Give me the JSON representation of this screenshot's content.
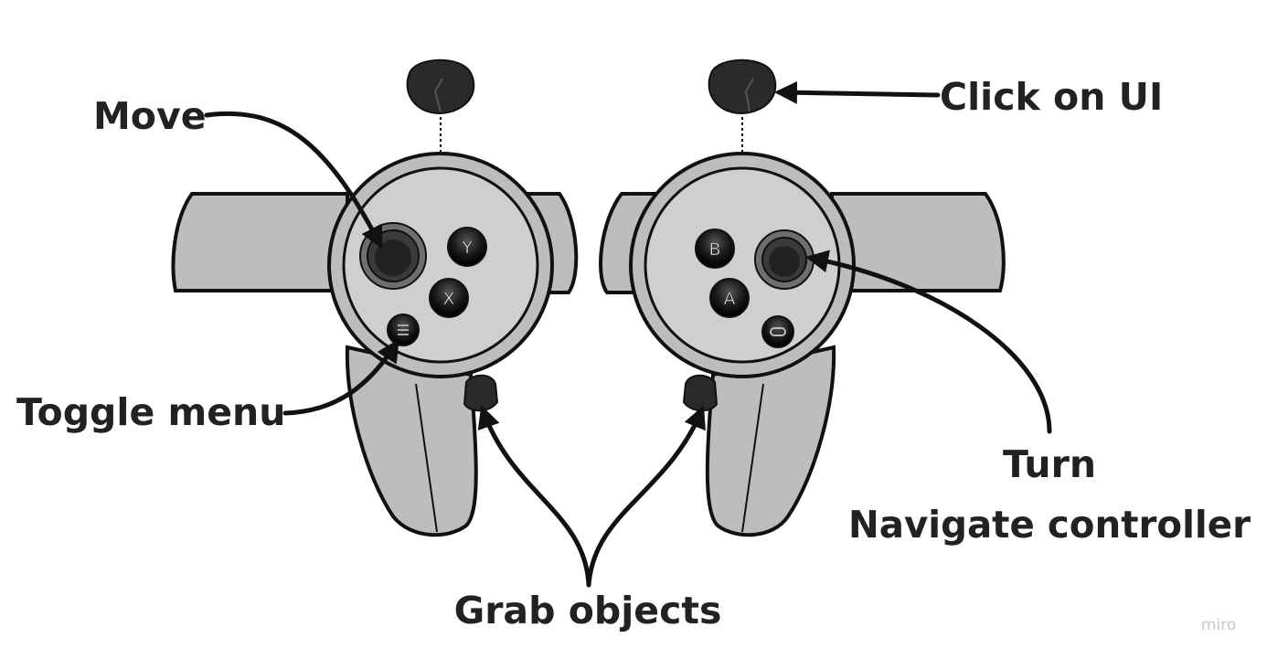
{
  "labels": {
    "move": "Move",
    "click_on_ui": "Click on UI",
    "toggle_menu": "Toggle menu",
    "turn": "Turn",
    "navigate_controller": "Navigate controller",
    "grab_objects": "Grab objects"
  },
  "buttons": {
    "left": {
      "top": "Y",
      "bottom": "X"
    },
    "right": {
      "top": "B",
      "bottom": "A"
    }
  },
  "watermark": "miro",
  "colors": {
    "controller_body": "#bdbdbd",
    "controller_face": "#cfcfcf",
    "button": "#1c1c1c",
    "thumbstick": "#2a2a2a",
    "text": "#222222"
  }
}
